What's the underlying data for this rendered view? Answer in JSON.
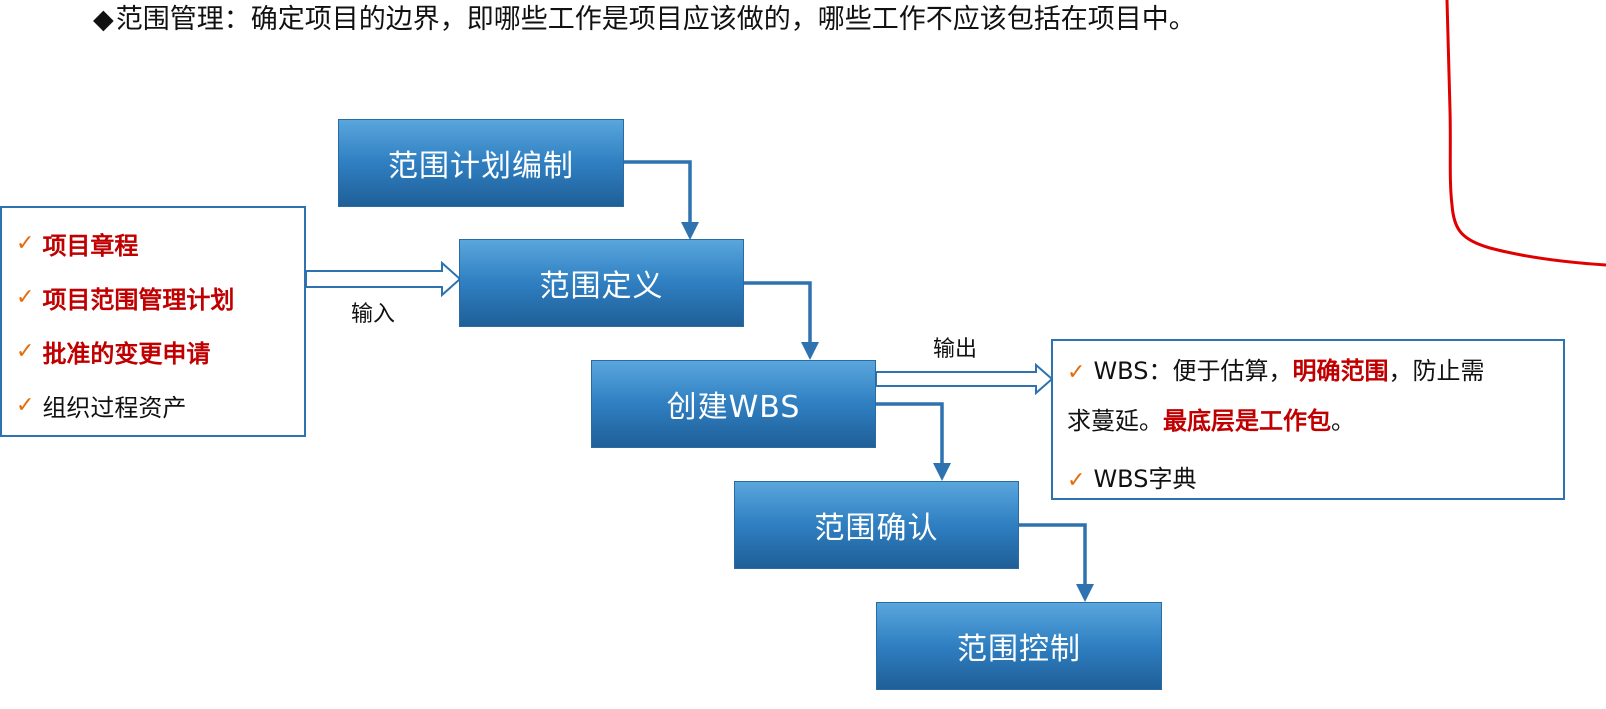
{
  "title": {
    "bullet": "◆",
    "text": "范围管理：确定项目的边界，即哪些工作是项目应该做的，哪些工作不应该包括在项目中。"
  },
  "process_steps": [
    {
      "label": "范围计划编制"
    },
    {
      "label": "范围定义"
    },
    {
      "label": "创建WBS"
    },
    {
      "label": "范围确认"
    },
    {
      "label": "范围控制"
    }
  ],
  "inputs": {
    "connector_label": "输入",
    "items": [
      {
        "text": "项目章程",
        "highlight": true
      },
      {
        "text": "项目范围管理计划",
        "highlight": true
      },
      {
        "text": "批准的变更申请",
        "highlight": true
      },
      {
        "text": "组织过程资产",
        "highlight": false
      }
    ]
  },
  "outputs": {
    "connector_label": "输出",
    "wbs": {
      "name": "WBS",
      "sep": "：",
      "part1": "便于估算，",
      "red1": "明确范围",
      "part2": "，防止需",
      "part3": "求蔓延。",
      "red2": "最底层是工作包",
      "end": "。"
    },
    "dictionary": "WBS字典"
  },
  "colors": {
    "box_top": "#5aa6dd",
    "box_bottom": "#1f5f98",
    "arrow": "#2e72b0",
    "highlight_text": "#c00000",
    "check": "#e46c0a",
    "annotation": "#e00000"
  },
  "icons": {
    "check": "✓"
  }
}
